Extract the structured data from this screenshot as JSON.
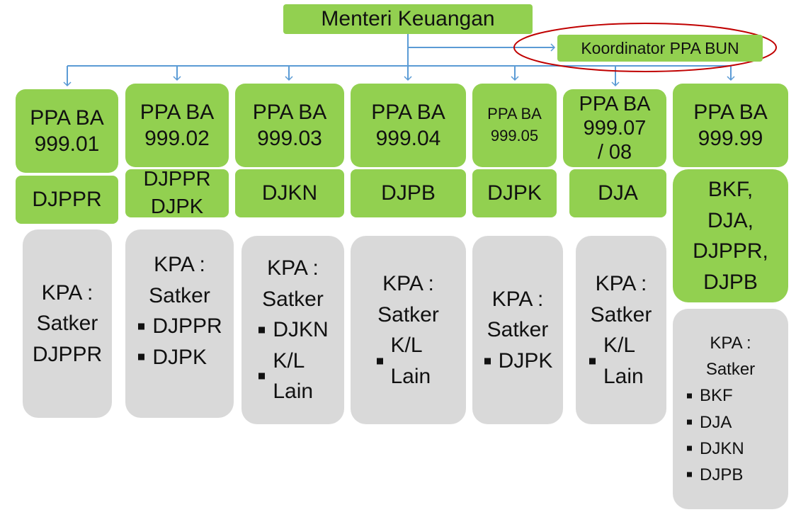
{
  "header": {
    "title": "Menteri Keuangan",
    "coordinator": "Koordinator PPA BUN"
  },
  "columns": [
    {
      "ppa": [
        "PPA BA",
        "999.01"
      ],
      "unit": [
        "DJPPR"
      ],
      "kpa": {
        "lines": [
          "KPA :",
          "Satker",
          "DJPPR"
        ],
        "items": []
      }
    },
    {
      "ppa": [
        "PPA BA",
        "999.02"
      ],
      "unit": [
        "DJPPR",
        "DJPK"
      ],
      "kpa": {
        "lines": [
          "KPA :",
          "Satker"
        ],
        "items": [
          "DJPPR",
          "DJPK"
        ]
      }
    },
    {
      "ppa": [
        "PPA BA",
        "999.03"
      ],
      "unit": [
        "DJKN"
      ],
      "kpa": {
        "lines": [
          "KPA :",
          "Satker"
        ],
        "items": [
          "DJKN",
          "K/L Lain"
        ]
      }
    },
    {
      "ppa": [
        "PPA BA",
        "999.04"
      ],
      "unit": [
        "DJPB"
      ],
      "kpa": {
        "lines": [
          "KPA :",
          "Satker"
        ],
        "items": [
          "K/L Lain"
        ]
      }
    },
    {
      "ppa": [
        "PPA BA",
        "999.05"
      ],
      "unit": [
        "DJPK"
      ],
      "kpa": {
        "lines": [
          "KPA :",
          "Satker"
        ],
        "items": [
          "DJPK"
        ]
      }
    },
    {
      "ppa": [
        "PPA BA",
        "999.07",
        "/ 08"
      ],
      "unit": [
        "DJA"
      ],
      "kpa": {
        "lines": [
          "KPA :",
          "Satker"
        ],
        "items": [
          "K/L Lain"
        ]
      }
    },
    {
      "ppa": [
        "PPA BA",
        "999.99"
      ],
      "unit": [
        "BKF,",
        "DJA,",
        "DJPPR,",
        "DJPB"
      ],
      "kpa": {
        "lines": [
          "KPA :",
          "Satker"
        ],
        "items": [
          "BKF",
          "DJA",
          "DJKN",
          "DJPB"
        ]
      }
    }
  ],
  "colors": {
    "green": "#92d050",
    "gray": "#d9d9d9",
    "connector": "#5b9bd5",
    "highlight_ellipse": "#c00000"
  }
}
